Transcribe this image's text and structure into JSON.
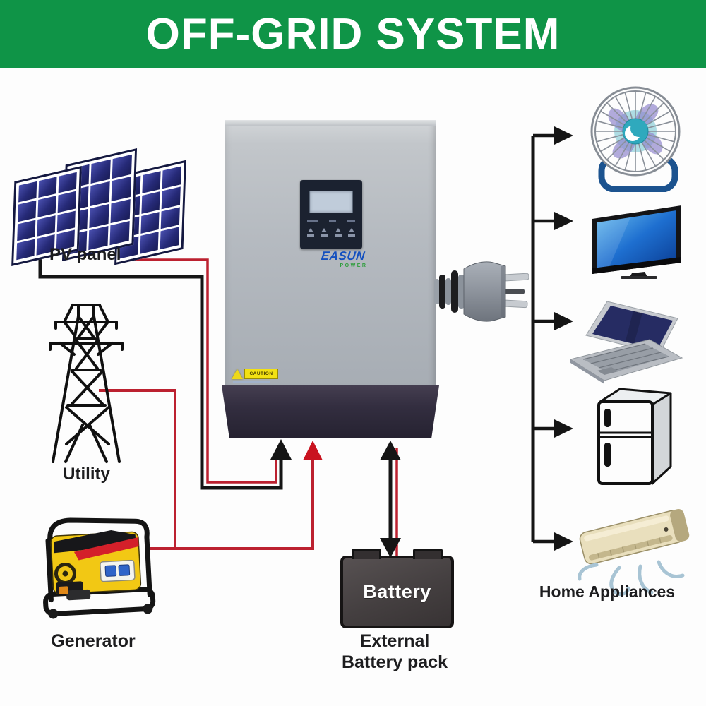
{
  "header": {
    "title": "OFF-GRID SYSTEM"
  },
  "diagram": {
    "pv": {
      "label": "PV panel"
    },
    "utility": {
      "label": "Utility"
    },
    "generator": {
      "label": "Generator"
    },
    "inverter": {
      "brand": "EASUN",
      "brand_sub": "POWER",
      "caution_label": "CAUTION"
    },
    "battery": {
      "label": "Battery",
      "caption_line1": "External",
      "caption_line2": "Battery pack"
    },
    "appliances": {
      "label": "Home Appliances",
      "items": [
        {
          "icon": "fan-icon",
          "name": "fan"
        },
        {
          "icon": "tv-icon",
          "name": "television"
        },
        {
          "icon": "laptop-icon",
          "name": "laptop"
        },
        {
          "icon": "fridge-icon",
          "name": "refrigerator"
        },
        {
          "icon": "air-conditioner-icon",
          "name": "air conditioner"
        }
      ]
    }
  },
  "colors": {
    "banner_green": "#0f9447",
    "wire_black": "#151515",
    "wire_red": "#bc2130",
    "arrow_red": "#c9131f",
    "label_text": "#1d1d1f"
  }
}
